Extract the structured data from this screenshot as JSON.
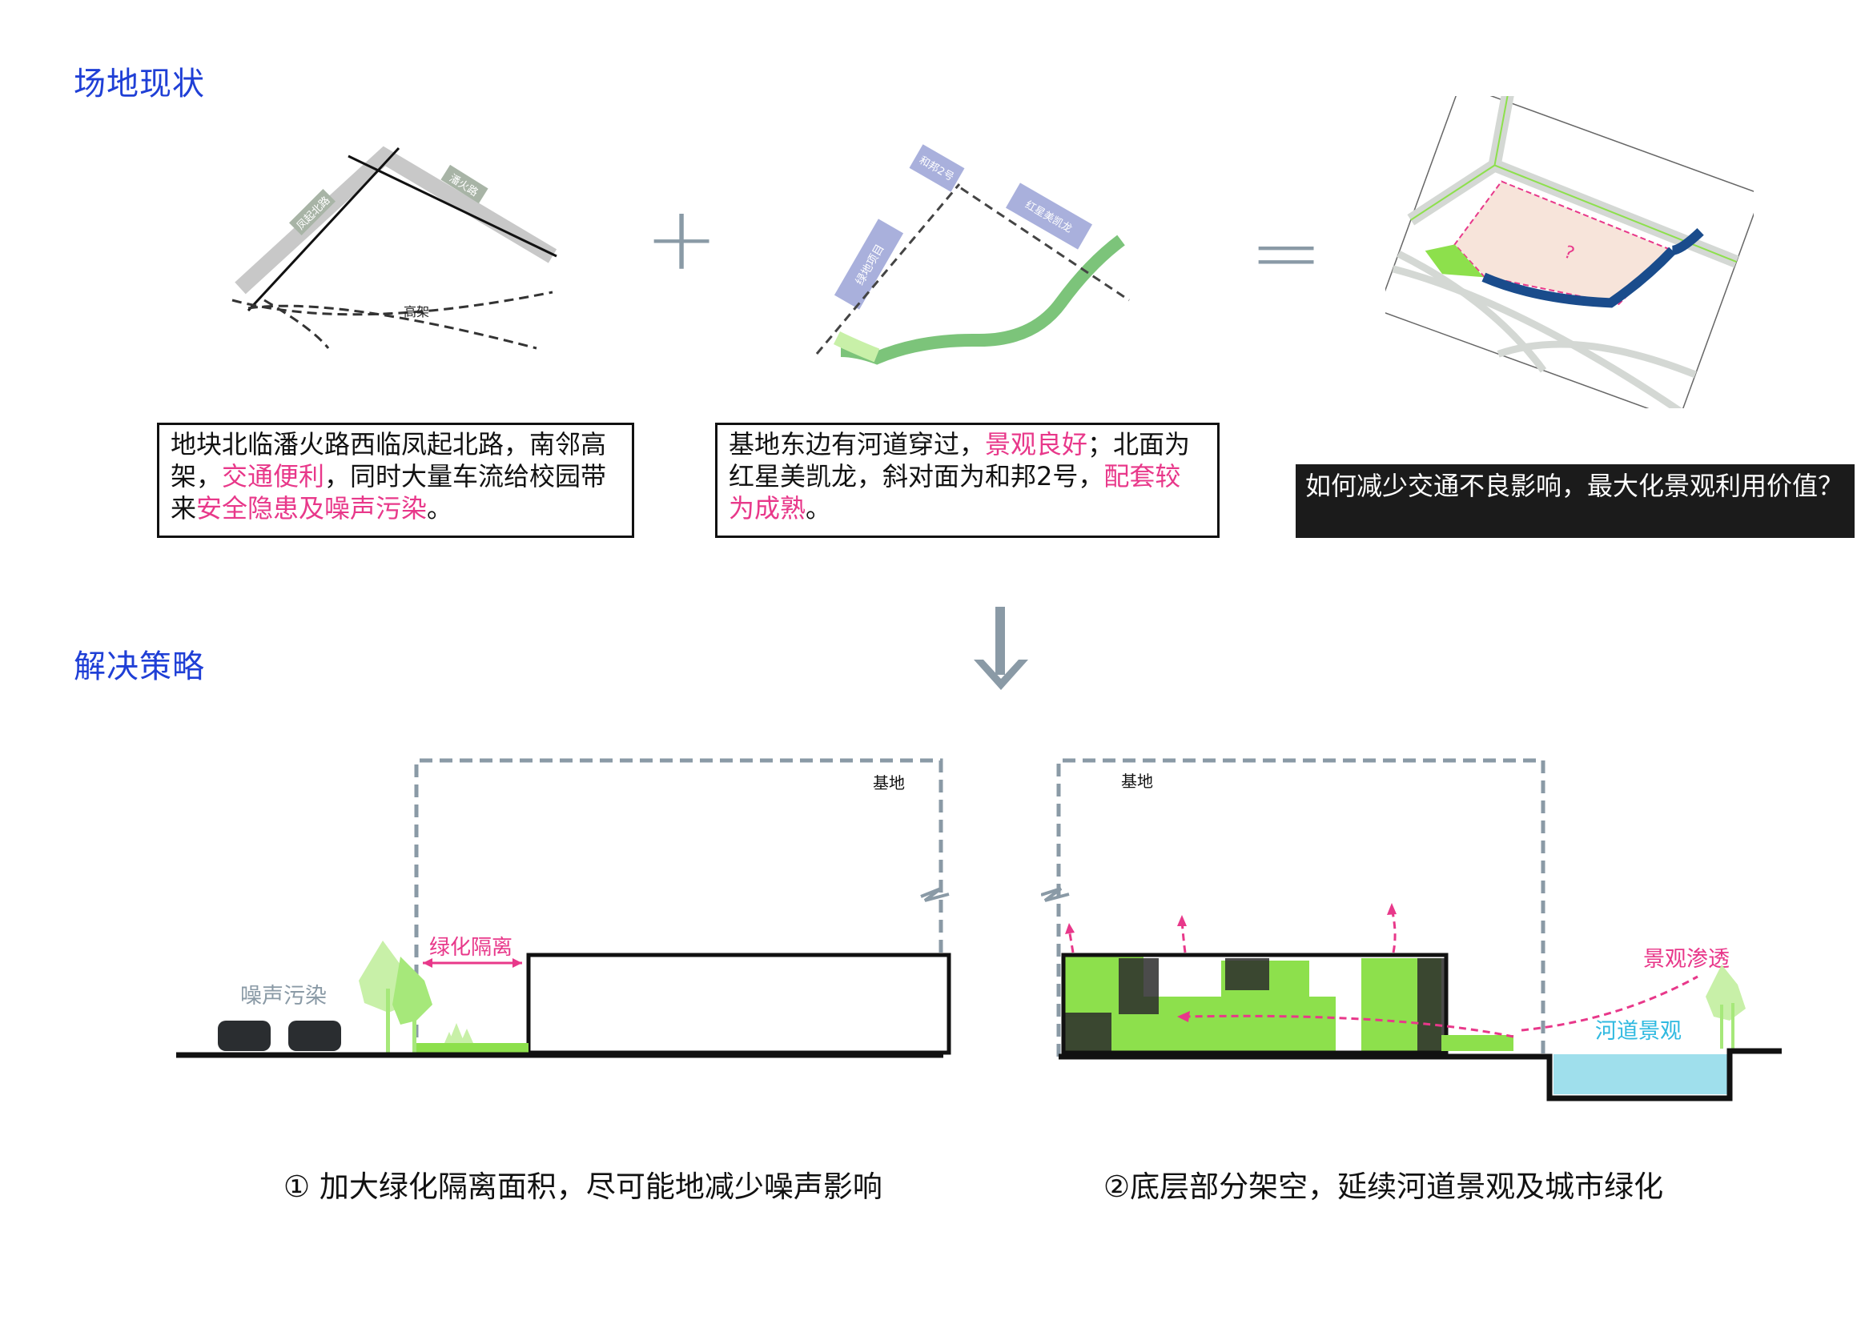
{
  "sections": {
    "site_title": "场地现状",
    "solution_title": "解决策略"
  },
  "site_diagram_1": {
    "road_a": "凤起北路",
    "road_b": "潘火路",
    "elevated": "高架"
  },
  "site_diagram_2": {
    "bldg_a": "和邦2号",
    "bldg_b": "红星美凯龙",
    "bldg_c": "绿地项目"
  },
  "site_diagram_3": {
    "question_mark": "?"
  },
  "operators": {
    "plus": "+",
    "equals": "="
  },
  "text_box_1": {
    "p1": "地块北临潘火路西临凤起北路，南邻高架，",
    "p2": "交通便利",
    "p3": "，同时大量车流给校园带来",
    "p4": "安全隐患及噪声污染",
    "p5": "。"
  },
  "text_box_2": {
    "p1": "基地东边有河道穿过，",
    "p2": "景观良好",
    "p3": "；北面为红星美凯龙，斜对面为和邦2号，",
    "p4": "配套较为成熟",
    "p5": "。"
  },
  "question_box": {
    "text": "如何减少交通不良影响，最大化景观利用价值？"
  },
  "section_1": {
    "site_label": "基地",
    "green_isolation": "绿化隔离",
    "noise": "噪声污染"
  },
  "section_2": {
    "site_label": "基地",
    "landscape_penetration": "景观渗透",
    "river_landscape": "河道景观"
  },
  "captions": {
    "c1": "① 加大绿化隔离面积，尽可能地减少噪声影响",
    "c2": "②底层部分架空，延续河道景观及城市绿化"
  },
  "colors": {
    "title_blue": "#1f3fd6",
    "highlight_pink": "#e8388a",
    "green": "#8de04c",
    "river_blue": "#1a4c8c",
    "water_cyan": "#9fdfec",
    "dash_gray": "#8a9aa6"
  }
}
